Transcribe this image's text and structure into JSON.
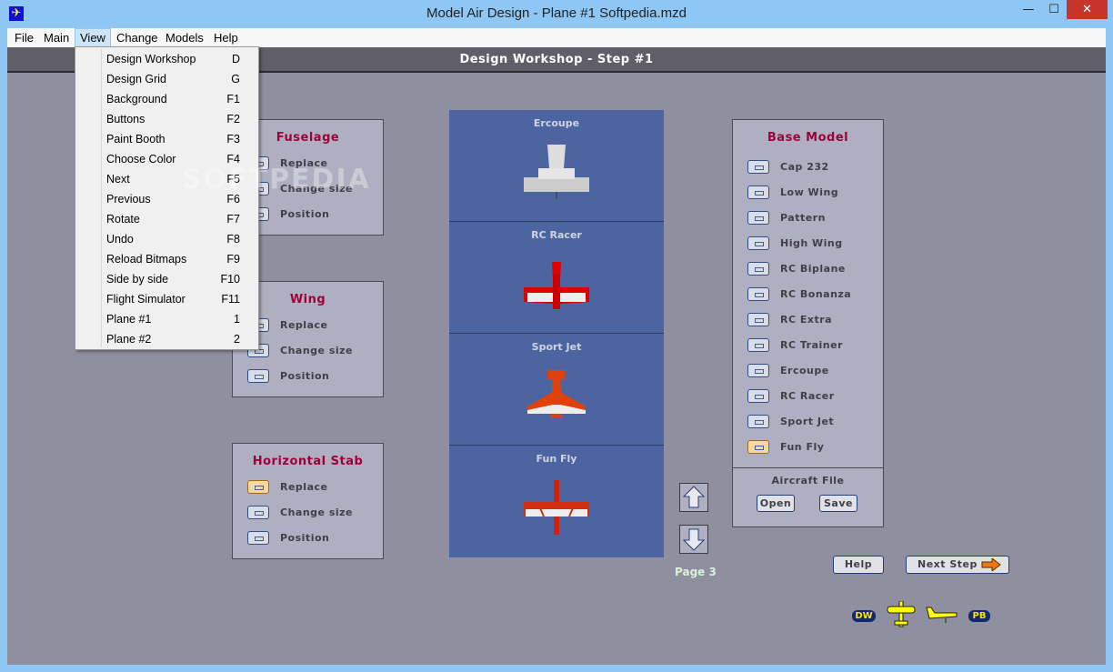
{
  "window": {
    "title": "Model Air Design - Plane #1  Softpedia.mzd",
    "minimize": "—",
    "maximize": "☐",
    "close": "✕"
  },
  "menubar": [
    "File",
    "Main",
    "View",
    "Change",
    "Models",
    "Help"
  ],
  "view_menu": [
    {
      "label": "Design Workshop",
      "key": "D"
    },
    {
      "label": "Design Grid",
      "key": "G"
    },
    {
      "label": "Background",
      "key": "F1"
    },
    {
      "label": "Buttons",
      "key": "F2"
    },
    {
      "label": "Paint Booth",
      "key": "F3"
    },
    {
      "label": "Choose Color",
      "key": "F4"
    },
    {
      "label": "Next",
      "key": "F5"
    },
    {
      "label": "Previous",
      "key": "F6"
    },
    {
      "label": "Rotate",
      "key": "F7"
    },
    {
      "label": "Undo",
      "key": "F8"
    },
    {
      "label": "Reload Bitmaps",
      "key": "F9"
    },
    {
      "label": "Side by side",
      "key": "F10"
    },
    {
      "label": "Flight Simulator",
      "key": "F11"
    },
    {
      "label": "Plane #1",
      "key": "1"
    },
    {
      "label": "Plane #2",
      "key": "2"
    }
  ],
  "header": "Design Workshop  -  Step #1",
  "panels": {
    "fuselage": {
      "title": "Fuselage",
      "options": [
        "Replace",
        "Change size",
        "Position"
      ]
    },
    "wing": {
      "title": "Wing",
      "options": [
        "Replace",
        "Change size",
        "Position"
      ]
    },
    "hstab": {
      "title": "Horizontal Stab",
      "options": [
        "Replace",
        "Change size",
        "Position"
      ]
    }
  },
  "gallery": [
    "Ercoupe",
    "RC Racer",
    "Sport Jet",
    "Fun Fly"
  ],
  "page": "Page 3",
  "base_model": {
    "title": "Base Model",
    "items": [
      "Cap 232",
      "Low Wing",
      "Pattern",
      "High Wing",
      "RC Biplane",
      "RC Bonanza",
      "RC Extra",
      "RC Trainer",
      "Ercoupe",
      "RC Racer",
      "Sport Jet",
      "Fun Fly"
    ],
    "selected": "Fun Fly"
  },
  "aircraft_file": {
    "title": "Aircraft File",
    "open": "Open",
    "save": "Save"
  },
  "buttons": {
    "help": "Help",
    "next": "Next Step"
  },
  "badges": {
    "dw": "DW",
    "pb": "PB"
  },
  "watermark": "SOFTPEDIA"
}
